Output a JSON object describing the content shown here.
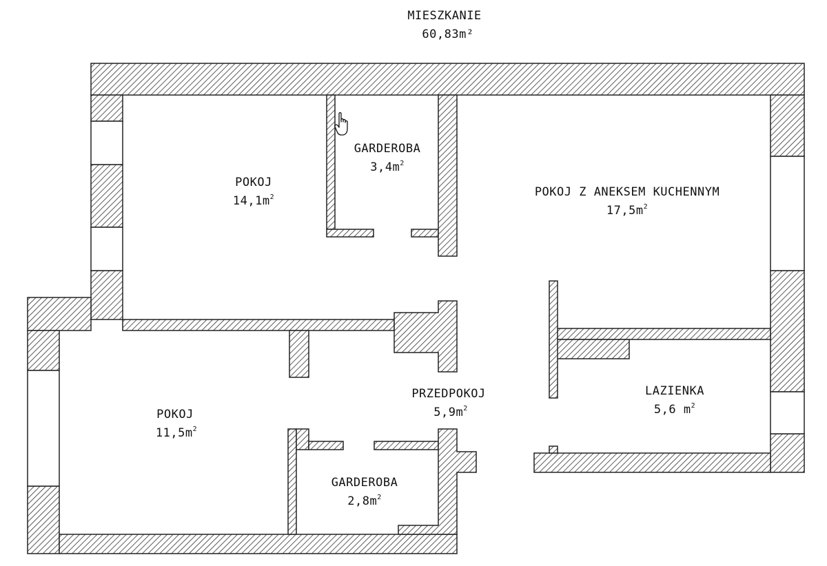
{
  "colors": {
    "wall_stroke": "#222222",
    "hatch": "#333333",
    "background": "#ffffff"
  },
  "title": {
    "name": "MIESZKANIE",
    "area": "60,83m²"
  },
  "rooms": {
    "pokoj_top": {
      "name": "POKOJ",
      "area_num": "14,1m",
      "area_sup": "2"
    },
    "garderoba_top": {
      "name": "GARDEROBA",
      "area_num": "3,4m",
      "area_sup": "2"
    },
    "pokoj_aneks": {
      "name": "POKOJ Z ANEKSEM KUCHENNYM",
      "area_num": "17,5m",
      "area_sup": "2"
    },
    "pokoj_bottom": {
      "name": "POKOJ",
      "area_num": "11,5m",
      "area_sup": "2"
    },
    "przedpokoj": {
      "name": "PRZEDPOKOJ",
      "area_num": "5,9m",
      "area_sup": "2"
    },
    "lazienka": {
      "name": "LAZIENKA",
      "area_num": "5,6 m",
      "area_sup": "2"
    },
    "garderoba_bottom": {
      "name": "GARDEROBA",
      "area_num": "2,8m",
      "area_sup": "2"
    }
  },
  "icons": {
    "cursor": "hand-pointer-icon"
  }
}
